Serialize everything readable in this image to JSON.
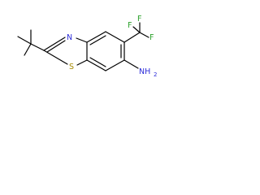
{
  "colors": {
    "bond": "#000000",
    "nitrogen": "#2b2bd9",
    "sulfur": "#a68a00",
    "fluorine": "#2aa02a",
    "carbon": "#000000"
  },
  "atoms": {
    "ring_nitrogen": "N",
    "ring_sulfur": "S",
    "fluorine_1": "F",
    "fluorine_2": "F",
    "fluorine_3": "F",
    "amine_nitrogen": "NH",
    "amine_subscript": "2"
  }
}
